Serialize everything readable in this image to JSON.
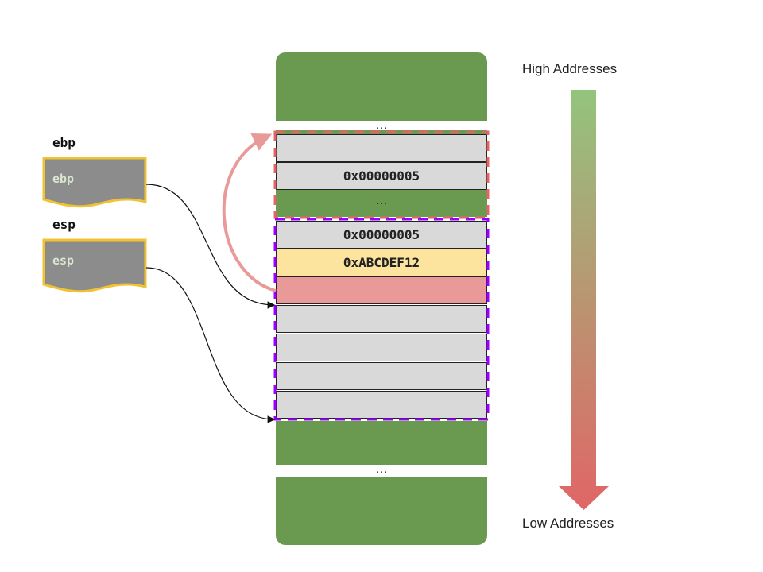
{
  "registers": {
    "ebp": {
      "label": "ebp",
      "box_text": "ebp"
    },
    "esp": {
      "label": "esp",
      "box_text": "esp"
    }
  },
  "stack": {
    "top_ellipsis": "…",
    "upper_frame": [
      {
        "value": ""
      },
      {
        "value": "0x00000005"
      }
    ],
    "upper_frame_ellipsis": "…",
    "current_frame": [
      {
        "value": "0x00000005"
      },
      {
        "value": "0xABCDEF12"
      },
      {
        "value": ""
      },
      {
        "value": ""
      },
      {
        "value": ""
      },
      {
        "value": ""
      },
      {
        "value": ""
      }
    ],
    "bottom_ellipsis": "…"
  },
  "addresses": {
    "high": "High Addresses",
    "low": "Low Addresses"
  },
  "colors": {
    "stack_green": "#6a9a4f",
    "cell_gray": "#d9d9d9",
    "return_address": "#fde49e",
    "saved_ebp": "#ea9999",
    "register_border": "#f1c232",
    "caller_frame_outline": "#e06666",
    "current_frame_outline": "#9900ff",
    "gradient_top": "#93c47d",
    "gradient_bottom": "#e06666"
  }
}
